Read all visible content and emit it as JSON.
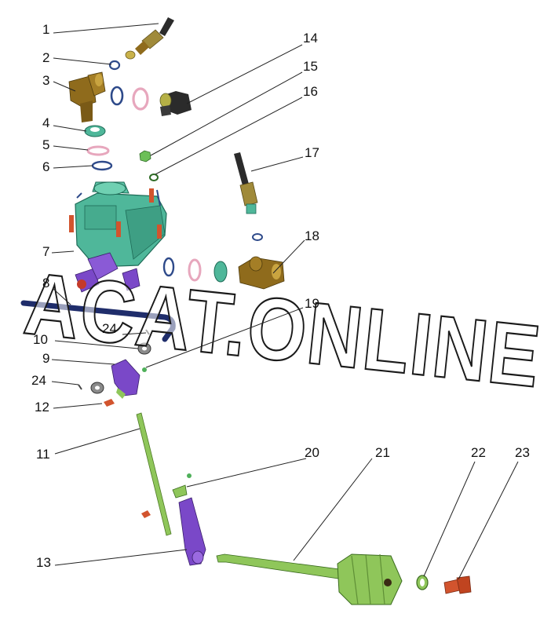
{
  "watermark": "ACAT.ONLINE",
  "colors": {
    "housing": "#4fb79a",
    "brass": "#8f6b1c",
    "purple": "#7a48c8",
    "green_rod": "#8fc65a",
    "navy_pipe": "#1f2d6b",
    "seal_blue": "#2e4a8a",
    "seal_pink": "#e7a7bd",
    "bolt_red": "#d2542e",
    "dark": "#2b2b2b"
  },
  "callouts": [
    {
      "id": "1",
      "text": "1"
    },
    {
      "id": "2",
      "text": "2"
    },
    {
      "id": "3",
      "text": "3"
    },
    {
      "id": "4",
      "text": "4"
    },
    {
      "id": "5",
      "text": "5"
    },
    {
      "id": "6",
      "text": "6"
    },
    {
      "id": "7",
      "text": "7"
    },
    {
      "id": "8",
      "text": "8"
    },
    {
      "id": "9",
      "text": "9"
    },
    {
      "id": "10",
      "text": "10"
    },
    {
      "id": "11",
      "text": "11"
    },
    {
      "id": "12",
      "text": "12"
    },
    {
      "id": "13",
      "text": "13"
    },
    {
      "id": "14",
      "text": "14"
    },
    {
      "id": "15",
      "text": "15"
    },
    {
      "id": "16",
      "text": "16"
    },
    {
      "id": "17",
      "text": "17"
    },
    {
      "id": "18",
      "text": "18"
    },
    {
      "id": "19",
      "text": "19"
    },
    {
      "id": "20",
      "text": "20"
    },
    {
      "id": "21",
      "text": "21"
    },
    {
      "id": "22",
      "text": "22"
    },
    {
      "id": "23",
      "text": "23"
    },
    {
      "id": "24a",
      "text": "24"
    },
    {
      "id": "24b",
      "text": "24"
    }
  ]
}
